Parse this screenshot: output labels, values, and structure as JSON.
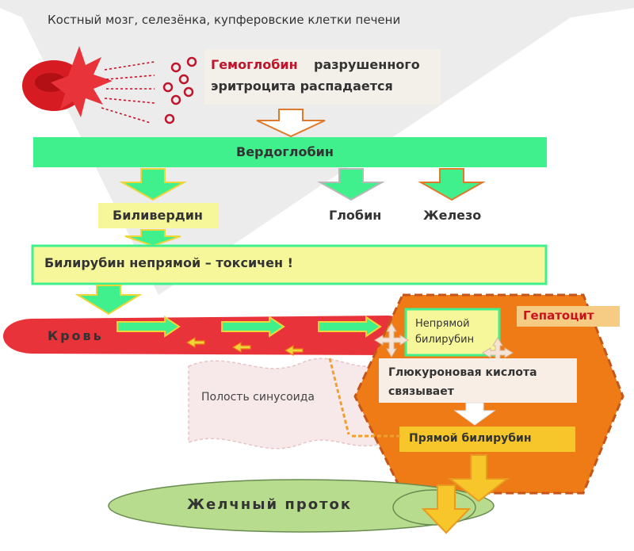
{
  "header": "Костный мозг, селезёнка, купферовские клетки печени",
  "hemoglobin": {
    "part1": "Гемоглобин",
    "part2": "разрушенного",
    "line2": "эритроцита распадается"
  },
  "verdoglobin": "Вердоглобин",
  "biliverdin": "Биливердин",
  "globin": "Глобин",
  "iron": "Железо",
  "bilirubin_indirect": "Билирубин непрямой  –  токсичен !",
  "blood": "Кровь",
  "hepatocyte": "Гепатоцит",
  "hepatocyte_indirect": {
    "line1": "Непрямой",
    "line2": "билирубин"
  },
  "sinusoid": "Полость синусоида",
  "glucuronic": {
    "line1": "Глюкуроновая кислота",
    "line2": "связывает"
  },
  "direct_bilirubin": "Прямой билирубин",
  "bile_duct": "Желчный проток",
  "colors": {
    "funnel": "#ececec",
    "green_bar": "#3ff08c",
    "yellow_bar": "#f6f79a",
    "blood": "#e8333a",
    "hepatocyte": "#ef7b16",
    "bile_duct": "#b8dc8e",
    "hemoglobin_red": "#c0142b",
    "hepatocyte_label": "#c8141e"
  }
}
